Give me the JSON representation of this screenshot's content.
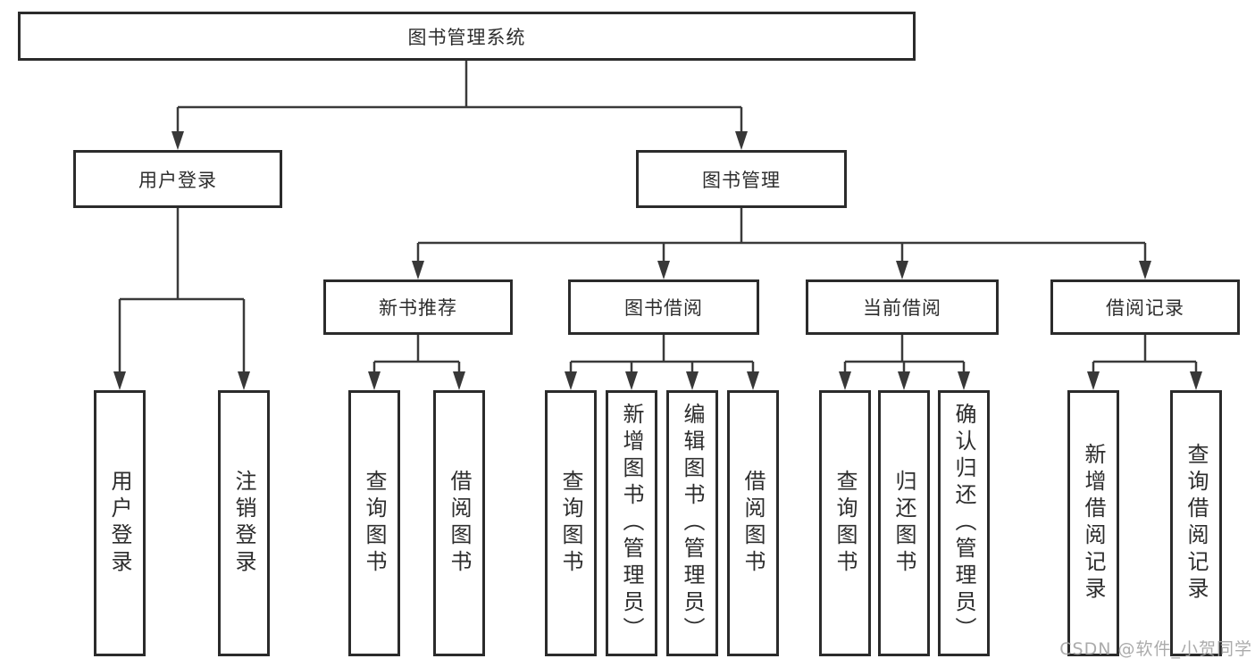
{
  "diagram": {
    "title": "图书管理系统",
    "colors": {
      "line": "#3a3a3a",
      "border": "#2b2b2b",
      "text": "#2d2d2d",
      "watermark_text": "#a3a3a3",
      "background": "#ffffff"
    },
    "nodes": {
      "root": {
        "label": "图书管理系统"
      },
      "user_login": {
        "label": "用户登录"
      },
      "book_mgmt": {
        "label": "图书管理"
      },
      "new_book_rec": {
        "label": "新书推荐"
      },
      "book_borrow": {
        "label": "图书借阅"
      },
      "current_borrow": {
        "label": "当前借阅"
      },
      "borrow_records": {
        "label": "借阅记录"
      },
      "user_login_leaf": {
        "label": "用户登录"
      },
      "logout_leaf": {
        "label": "注销登录"
      },
      "query_books_rec": {
        "label": "查询图书"
      },
      "borrow_books_rec": {
        "label": "借阅图书"
      },
      "query_books_borrow": {
        "label": "查询图书"
      },
      "add_books_admin": {
        "label": "新增图书（管理员）"
      },
      "edit_books_admin": {
        "label": "编辑图书（管理员）"
      },
      "borrow_books_borrow": {
        "label": "借阅图书"
      },
      "query_books_current": {
        "label": "查询图书"
      },
      "return_books": {
        "label": "归还图书"
      },
      "confirm_return_admin": {
        "label": "确认归还（管理员）"
      },
      "add_borrow_record": {
        "label": "新增借阅记录"
      },
      "query_borrow_record": {
        "label": "查询借阅记录"
      }
    },
    "edges": [
      {
        "from": "root",
        "to": [
          "user_login",
          "book_mgmt"
        ]
      },
      {
        "from": "user_login",
        "to": [
          "user_login_leaf",
          "logout_leaf"
        ]
      },
      {
        "from": "book_mgmt",
        "to": [
          "new_book_rec",
          "book_borrow",
          "current_borrow",
          "borrow_records"
        ]
      },
      {
        "from": "new_book_rec",
        "to": [
          "query_books_rec",
          "borrow_books_rec"
        ]
      },
      {
        "from": "book_borrow",
        "to": [
          "query_books_borrow",
          "add_books_admin",
          "edit_books_admin",
          "borrow_books_borrow"
        ]
      },
      {
        "from": "current_borrow",
        "to": [
          "query_books_current",
          "return_books",
          "confirm_return_admin"
        ]
      },
      {
        "from": "borrow_records",
        "to": [
          "add_borrow_record",
          "query_borrow_record"
        ]
      }
    ],
    "watermark": "CSDN @软件_小贺同学"
  }
}
